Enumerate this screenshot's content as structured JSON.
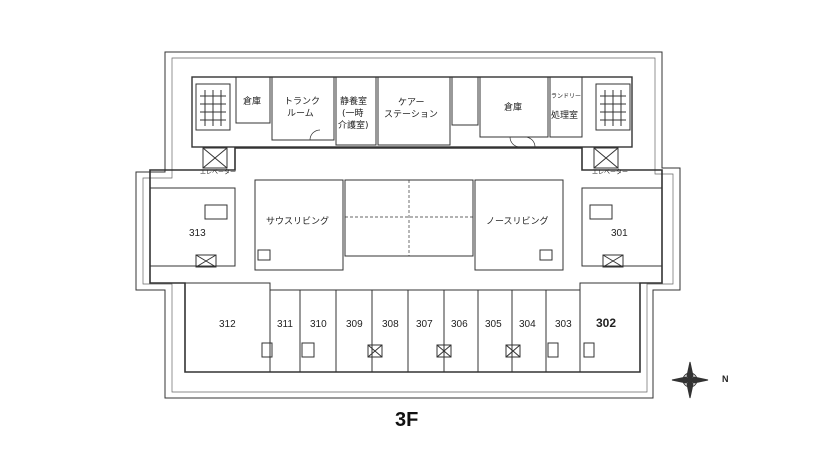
{
  "floor_label": "3F",
  "compass_label": "N",
  "rooms": {
    "storage_left": "倉庫",
    "trunk_room_1": "トランク",
    "trunk_room_2": "ルーム",
    "rest_room_1": "静養室",
    "rest_room_2": "(一時",
    "rest_room_3": "介護室)",
    "care_station_1": "ケアー",
    "care_station_2": "ステーション",
    "storage_right": "倉庫",
    "laundry_1": "ランドリー",
    "laundry_2": "処理室",
    "elevator_left": "エレベーター",
    "elevator_right": "エレベーター",
    "south_living": "サウスリビング",
    "north_living": "ノースリビング"
  },
  "units": [
    "313",
    "312",
    "311",
    "310",
    "309",
    "308",
    "307",
    "306",
    "305",
    "304",
    "303",
    "302",
    "301"
  ]
}
